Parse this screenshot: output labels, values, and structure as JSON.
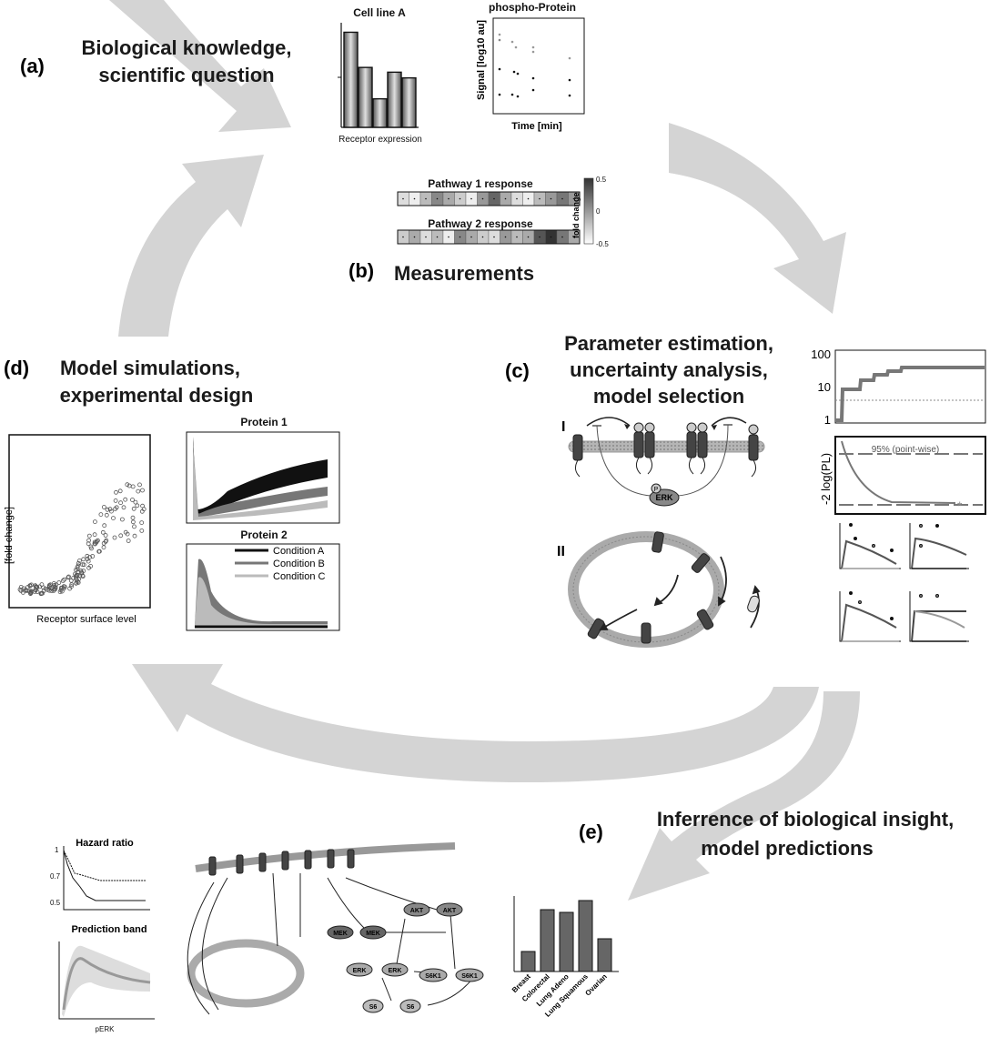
{
  "labels": {
    "a_tag": "(a)",
    "a_text_1": "Biological knowledge,",
    "a_text_2": "scientific question",
    "b_tag": "(b)",
    "b_text": "Measurements",
    "c_tag": "(c)",
    "c_text_1": "Parameter estimation,",
    "c_text_2": "uncertainty analysis,",
    "c_text_3": "model selection",
    "d_tag": "(d)",
    "d_text_1": "Model simulations,",
    "d_text_2": "experimental design",
    "e_tag": "(e)",
    "e_text_1": "Inferrence of biological insight,",
    "e_text_2": "model predictions"
  },
  "measurements": {
    "bar_title": "Cell line A",
    "bar_xlabel": "Receptor expression",
    "scatter_title": "phospho-Protein",
    "scatter_ylabel": "Signal [log10 au]",
    "scatter_xlabel": "Time [min]",
    "heat_title_1": "Pathway 1 response",
    "heat_title_2": "Pathway 2 response",
    "heat_scale_label": "fold change",
    "heat_scale_max": "0.5",
    "heat_scale_mid": "0",
    "heat_scale_min": "-0.5"
  },
  "estimation": {
    "profile_y_ticks": [
      "100",
      "10",
      "1"
    ],
    "pl_ylabel": "-2 log(PL)",
    "pl_threshold": "95% (point-wise)",
    "model_1": "I",
    "model_2": "II",
    "erk_label": "ERK",
    "phospho_label": "P"
  },
  "simulations": {
    "scatter_ylabel": "[fold change]",
    "scatter_xlabel": "Receptor surface level",
    "protein1_title": "Protein 1",
    "protein2_title": "Protein 2",
    "legend": [
      "Condition A",
      "Condition B",
      "Condition C"
    ]
  },
  "insight": {
    "hazard_title": "Hazard ratio",
    "hazard_ticks": [
      "1",
      "0.7",
      "0.5"
    ],
    "band_title": "Prediction band",
    "band_xlabel": "pERK",
    "nodes": [
      "AKT",
      "AKT",
      "MEK",
      "MEK",
      "ERK",
      "ERK",
      "S6K1",
      "S6K1",
      "S6",
      "S6"
    ]
  },
  "chart_data": [
    {
      "type": "bar",
      "title": "Cell line A",
      "xlabel": "Receptor expression",
      "ylabel": "",
      "categories": [
        "",
        "",
        "",
        "",
        ""
      ],
      "values": [
        100,
        63,
        30,
        58,
        52
      ],
      "ylim": [
        0,
        110
      ]
    },
    {
      "type": "bar",
      "title": "",
      "xlabel": "",
      "ylabel": "",
      "categories": [
        "Breast",
        "Colorectal",
        "Lung Adeno",
        "Lung Squamous",
        "Ovarian"
      ],
      "values": [
        22,
        68,
        65,
        78,
        36
      ],
      "ylim": [
        0,
        100
      ]
    }
  ],
  "colors": {
    "arrow": "#d2d2d2",
    "bar_dark": "#666666",
    "membrane": "#a9a9a9"
  }
}
